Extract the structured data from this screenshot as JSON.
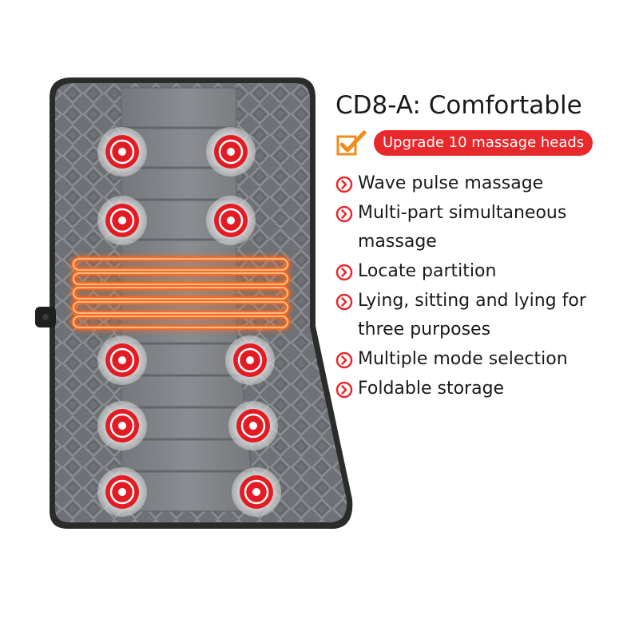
{
  "product": {
    "title": "CD8-A: Comfortable",
    "badge": "Upgrade 10 massage heads",
    "features": [
      "Wave pulse massage",
      "Multi-part simultaneous massage",
      "Locate partition",
      "Lying, sitting and lying for three purposes",
      "Multiple mode selection",
      "Foldable storage"
    ]
  },
  "illustration": {
    "massage_heads": 10,
    "heating_zone": true
  },
  "colors": {
    "accent_red": "#e8282b",
    "check_orange": "#f08c1e",
    "mat_gray": "#6b6e72",
    "mat_border": "#2b2b2b",
    "heat_orange": "#ff6a1a"
  }
}
